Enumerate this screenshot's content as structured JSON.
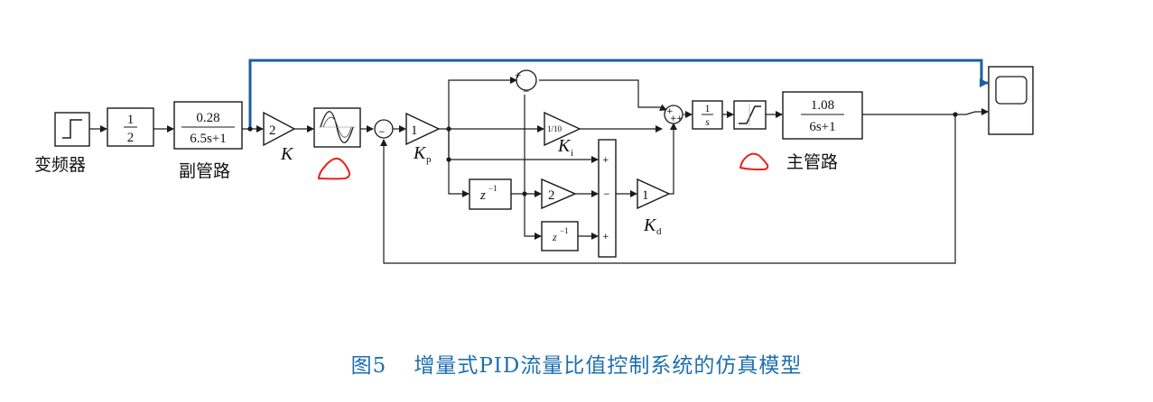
{
  "blocks": {
    "source_label": "变频器",
    "gain_half_num": "1",
    "gain_half_den": "2",
    "sub_pipe_num": "0.28",
    "sub_pipe_den": "6.5s+1",
    "sub_pipe_label": "副管路",
    "gain_k_value": "2",
    "gain_k_label": "K",
    "gain_kp_value": "1",
    "gain_kp_label": "K",
    "gain_kp_sub": "p",
    "gain_ki_value": "1/10",
    "gain_ki_label": "K",
    "gain_ki_sub": "i",
    "gain_two_value": "2",
    "gain_kd_value": "1",
    "gain_kd_label": "K",
    "gain_kd_sub": "d",
    "delay_label": "z",
    "delay_exp": "−1",
    "integrator_num": "1",
    "integrator_den": "s",
    "main_pipe_num": "1.08",
    "main_pipe_den": "6s+1",
    "main_pipe_label": "主管路"
  },
  "colors": {
    "line": "#1a1a1a",
    "feedback_highlight": "#1a5fa0",
    "annotation": "#e8211a",
    "caption": "#1d6fb0"
  },
  "caption": {
    "figure_no": "图5",
    "title": "增量式PID流量比值控制系统的仿真模型"
  }
}
